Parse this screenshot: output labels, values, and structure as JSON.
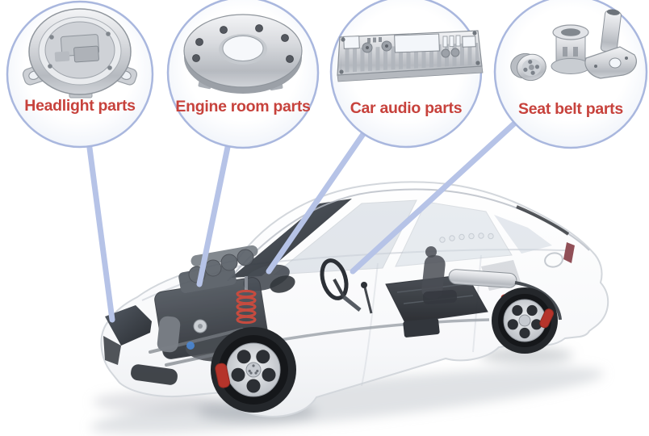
{
  "callouts": [
    {
      "id": "headlight",
      "label": "Headlight parts",
      "part_icon": "headlight-housing-icon"
    },
    {
      "id": "engine-room",
      "label": "Engine room parts",
      "part_icon": "engine-flange-disc-icon"
    },
    {
      "id": "car-audio",
      "label": "Car audio parts",
      "part_icon": "audio-heatsink-panel-icon"
    },
    {
      "id": "seat-belt",
      "label": "Seat belt parts",
      "part_icon": "seat-belt-retractor-parts-icon"
    }
  ],
  "illustration": {
    "subject": "transparent-cutaway-white-sedan-showing-internal-components"
  },
  "theme": {
    "background": "#ffffff",
    "label_color": "#c7423c",
    "bubble_border_color": "#a9b7de",
    "connector_color": "#b6c3e7",
    "car_accent_red": "#b5342b",
    "metal_color": "#c9ccd1"
  }
}
